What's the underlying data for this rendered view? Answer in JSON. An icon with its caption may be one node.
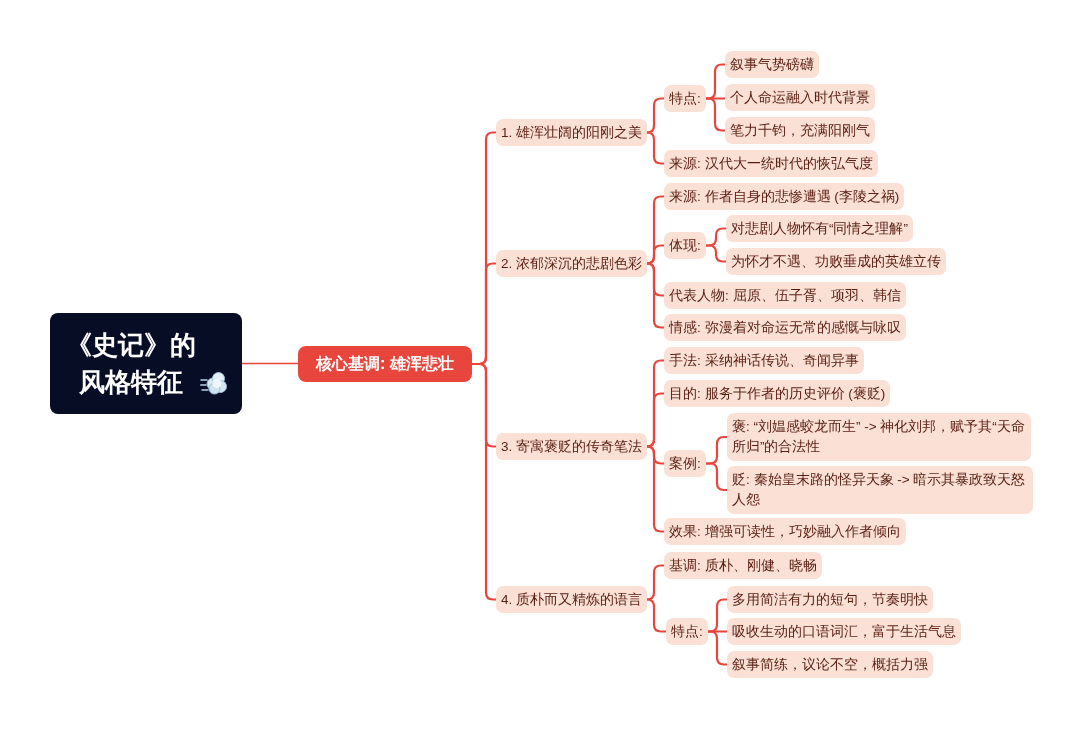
{
  "diagram": {
    "nodes": [
      {
        "text": [
          "《史记》的风格特征"
        ]
      },
      {
        "text": [
          "核心基调: 雄浑悲壮"
        ]
      },
      {
        "text": [
          "1. 雄浑壮阔的阳刚之美"
        ]
      },
      {
        "text": [
          "特点:"
        ]
      },
      {
        "text": [
          "叙事气势磅礴"
        ]
      },
      {
        "text": [
          "个人命运融入时代背景"
        ]
      },
      {
        "text": [
          "笔力千钧，充满阳刚气"
        ]
      },
      {
        "text": [
          "来源: 汉代大一统时代的恢弘气度"
        ]
      },
      {
        "text": [
          "2. 浓郁深沉的悲剧色彩"
        ]
      },
      {
        "text": [
          "来源: 作者自身的悲惨遭遇 (李陵之祸)"
        ]
      },
      {
        "text": [
          "体现:"
        ]
      },
      {
        "text": [
          "对悲剧人物怀有“同情之理解”"
        ]
      },
      {
        "text": [
          "为怀才不遇、功败垂成的英雄立传"
        ]
      },
      {
        "text": [
          "代表人物: 屈原、伍子胥、项羽、韩信"
        ]
      },
      {
        "text": [
          "情感: 弥漫着对命运无常的感慨与咏叹"
        ]
      },
      {
        "text": [
          "3. 寄寓褒贬的传奇笔法"
        ]
      },
      {
        "text": [
          "手法: 采纳神话传说、奇闻异事"
        ]
      },
      {
        "text": [
          "目的: 服务于作者的历史评价 (褒贬)"
        ]
      },
      {
        "text": [
          "案例:"
        ]
      },
      {
        "text": [
          "褒: “刘媪感蛟龙而生” -> 神化刘邦，赋予其“天命所归”的合法性"
        ]
      },
      {
        "text": [
          "贬: 秦始皇末路的怪异天象 -> 暗示其暴政致天怒人怨"
        ]
      },
      {
        "text": [
          "效果: 增强可读性，巧妙融入作者倾向"
        ]
      },
      {
        "text": [
          "4. 质朴而又精炼的语言"
        ]
      },
      {
        "text": [
          "基调: 质朴、刚健、晓畅"
        ]
      },
      {
        "text": [
          "特点:"
        ]
      },
      {
        "text": [
          "多用简洁有力的短句，节奏明快"
        ]
      },
      {
        "text": [
          "吸收生动的口语词汇，富于生活气息"
        ]
      },
      {
        "text": [
          "叙事简练，议论不空，概括力强"
        ]
      }
    ],
    "edges": [
      {
        "from": 0,
        "to": 1,
        "arrow": "none"
      },
      {
        "from": 1,
        "to": 2,
        "arrow": "none"
      },
      {
        "from": 1,
        "to": 8,
        "arrow": "none"
      },
      {
        "from": 1,
        "to": 15,
        "arrow": "none"
      },
      {
        "from": 1,
        "to": 22,
        "arrow": "none"
      },
      {
        "from": 2,
        "to": 3,
        "arrow": "none"
      },
      {
        "from": 3,
        "to": 4,
        "arrow": "none"
      },
      {
        "from": 3,
        "to": 5,
        "arrow": "none"
      },
      {
        "from": 3,
        "to": 6,
        "arrow": "none"
      },
      {
        "from": 2,
        "to": 7,
        "arrow": "none"
      },
      {
        "from": 8,
        "to": 9,
        "arrow": "none"
      },
      {
        "from": 8,
        "to": 10,
        "arrow": "none"
      },
      {
        "from": 10,
        "to": 11,
        "arrow": "none"
      },
      {
        "from": 10,
        "to": 12,
        "arrow": "none"
      },
      {
        "from": 8,
        "to": 13,
        "arrow": "none"
      },
      {
        "from": 8,
        "to": 14,
        "arrow": "none"
      },
      {
        "from": 15,
        "to": 16,
        "arrow": "none"
      },
      {
        "from": 15,
        "to": 17,
        "arrow": "none"
      },
      {
        "from": 15,
        "to": 18,
        "arrow": "none"
      },
      {
        "from": 18,
        "to": 19,
        "arrow": "none"
      },
      {
        "from": 18,
        "to": 20,
        "arrow": "none"
      },
      {
        "from": 15,
        "to": 21,
        "arrow": "none"
      },
      {
        "from": 22,
        "to": 23,
        "arrow": "none"
      },
      {
        "from": 22,
        "to": 24,
        "arrow": "none"
      },
      {
        "from": 24,
        "to": 25,
        "arrow": "none"
      },
      {
        "from": 24,
        "to": 26,
        "arrow": "none"
      },
      {
        "from": 24,
        "to": 27,
        "arrow": "none"
      }
    ]
  }
}
